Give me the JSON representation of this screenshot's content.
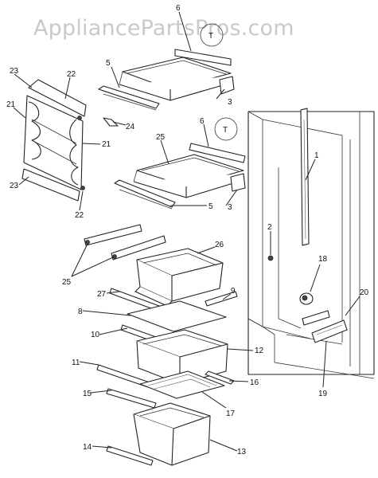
{
  "watermark": "AppliancePartsPros.com",
  "labels": {
    "l1": "1",
    "l2": "2",
    "l3a": "3",
    "l3b": "3",
    "l5a": "5",
    "l5b": "5",
    "l6a": "6",
    "l6b": "6",
    "l8": "8",
    "l9": "9",
    "l10": "10",
    "l11": "11",
    "l12": "12",
    "l13": "13",
    "l14": "14",
    "l15": "15",
    "l16": "16",
    "l17": "17",
    "l18": "18",
    "l19": "19",
    "l20": "20",
    "l21a": "21",
    "l21b": "21",
    "l22a": "22",
    "l22b": "22",
    "l23a": "23",
    "l23b": "23",
    "l24": "24",
    "l25a": "25",
    "l25b": "25",
    "l26": "26",
    "l27": "27"
  },
  "notes": {
    "n1": "T",
    "n2": "T"
  }
}
